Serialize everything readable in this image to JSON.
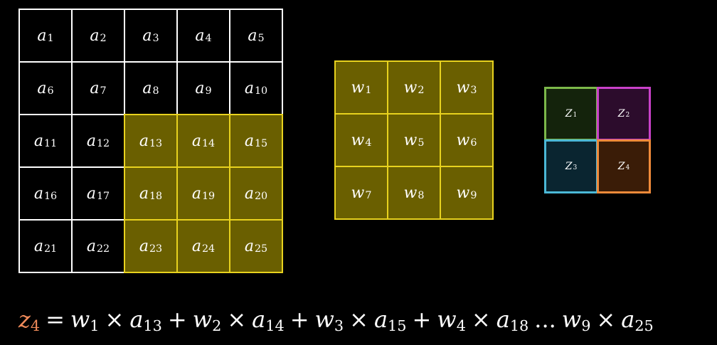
{
  "input_matrix": {
    "rows": 5,
    "cols": 5,
    "cells": [
      {
        "var": "a",
        "sub": "1",
        "highlight": false
      },
      {
        "var": "a",
        "sub": "2",
        "highlight": false
      },
      {
        "var": "a",
        "sub": "3",
        "highlight": false
      },
      {
        "var": "a",
        "sub": "4",
        "highlight": false
      },
      {
        "var": "a",
        "sub": "5",
        "highlight": false
      },
      {
        "var": "a",
        "sub": "6",
        "highlight": false
      },
      {
        "var": "a",
        "sub": "7",
        "highlight": false
      },
      {
        "var": "a",
        "sub": "8",
        "highlight": false
      },
      {
        "var": "a",
        "sub": "9",
        "highlight": false
      },
      {
        "var": "a",
        "sub": "10",
        "highlight": false
      },
      {
        "var": "a",
        "sub": "11",
        "highlight": false
      },
      {
        "var": "a",
        "sub": "12",
        "highlight": false
      },
      {
        "var": "a",
        "sub": "13",
        "highlight": true
      },
      {
        "var": "a",
        "sub": "14",
        "highlight": true
      },
      {
        "var": "a",
        "sub": "15",
        "highlight": true
      },
      {
        "var": "a",
        "sub": "16",
        "highlight": false
      },
      {
        "var": "a",
        "sub": "17",
        "highlight": false
      },
      {
        "var": "a",
        "sub": "18",
        "highlight": true
      },
      {
        "var": "a",
        "sub": "19",
        "highlight": true
      },
      {
        "var": "a",
        "sub": "20",
        "highlight": true
      },
      {
        "var": "a",
        "sub": "21",
        "highlight": false
      },
      {
        "var": "a",
        "sub": "22",
        "highlight": false
      },
      {
        "var": "a",
        "sub": "23",
        "highlight": true
      },
      {
        "var": "a",
        "sub": "24",
        "highlight": true
      },
      {
        "var": "a",
        "sub": "25",
        "highlight": true
      }
    ]
  },
  "kernel": {
    "rows": 3,
    "cols": 3,
    "cells": [
      {
        "var": "w",
        "sub": "1"
      },
      {
        "var": "w",
        "sub": "2"
      },
      {
        "var": "w",
        "sub": "3"
      },
      {
        "var": "w",
        "sub": "4"
      },
      {
        "var": "w",
        "sub": "5"
      },
      {
        "var": "w",
        "sub": "6"
      },
      {
        "var": "w",
        "sub": "7"
      },
      {
        "var": "w",
        "sub": "8"
      },
      {
        "var": "w",
        "sub": "9"
      }
    ]
  },
  "output_matrix": {
    "rows": 2,
    "cols": 2,
    "cells": [
      {
        "var": "Z",
        "sub": "1",
        "border": "#7cb84a",
        "fill": "#14230c"
      },
      {
        "var": "Z",
        "sub": "2",
        "border": "#c941c9",
        "fill": "#2c0c2c"
      },
      {
        "var": "Z",
        "sub": "3",
        "border": "#4bb8d6",
        "fill": "#0a2530"
      },
      {
        "var": "Z",
        "sub": "4",
        "border": "#ef8a3a",
        "fill": "#3a1c07"
      }
    ]
  },
  "equation": {
    "lhs": {
      "var": "z",
      "sub": "4",
      "color": "#ef8a5a"
    },
    "equals": "=",
    "terms": [
      {
        "w": "w",
        "wsub": "1",
        "a": "a",
        "asub": "13",
        "join": "+"
      },
      {
        "w": "w",
        "wsub": "2",
        "a": "a",
        "asub": "14",
        "join": "+"
      },
      {
        "w": "w",
        "wsub": "3",
        "a": "a",
        "asub": "15",
        "join": "+"
      },
      {
        "w": "w",
        "wsub": "4",
        "a": "a",
        "asub": "18",
        "join": "..."
      },
      {
        "w": "w",
        "wsub": "9",
        "a": "a",
        "asub": "25",
        "join": ""
      }
    ],
    "times": "×"
  },
  "colors": {
    "highlight_border": "#e8d21e",
    "highlight_fill": "#6a5f00",
    "grid_border": "#ffffff",
    "background": "#000000"
  }
}
